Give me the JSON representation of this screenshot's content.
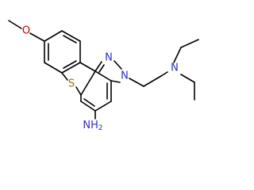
{
  "atom_labels": {
    "methoxy_o": "O",
    "sulfur": "S",
    "pyrazole_n_top": "N",
    "pyrazole_n_side": "N",
    "amine_n": "N",
    "nh2": "NH",
    "nh2_subscript": "2"
  },
  "colors": {
    "bond": "#000000",
    "text": "#000000",
    "nitrogen": "#2d2dc8",
    "sulfur": "#8a7a00",
    "oxygen": "#c80000"
  }
}
